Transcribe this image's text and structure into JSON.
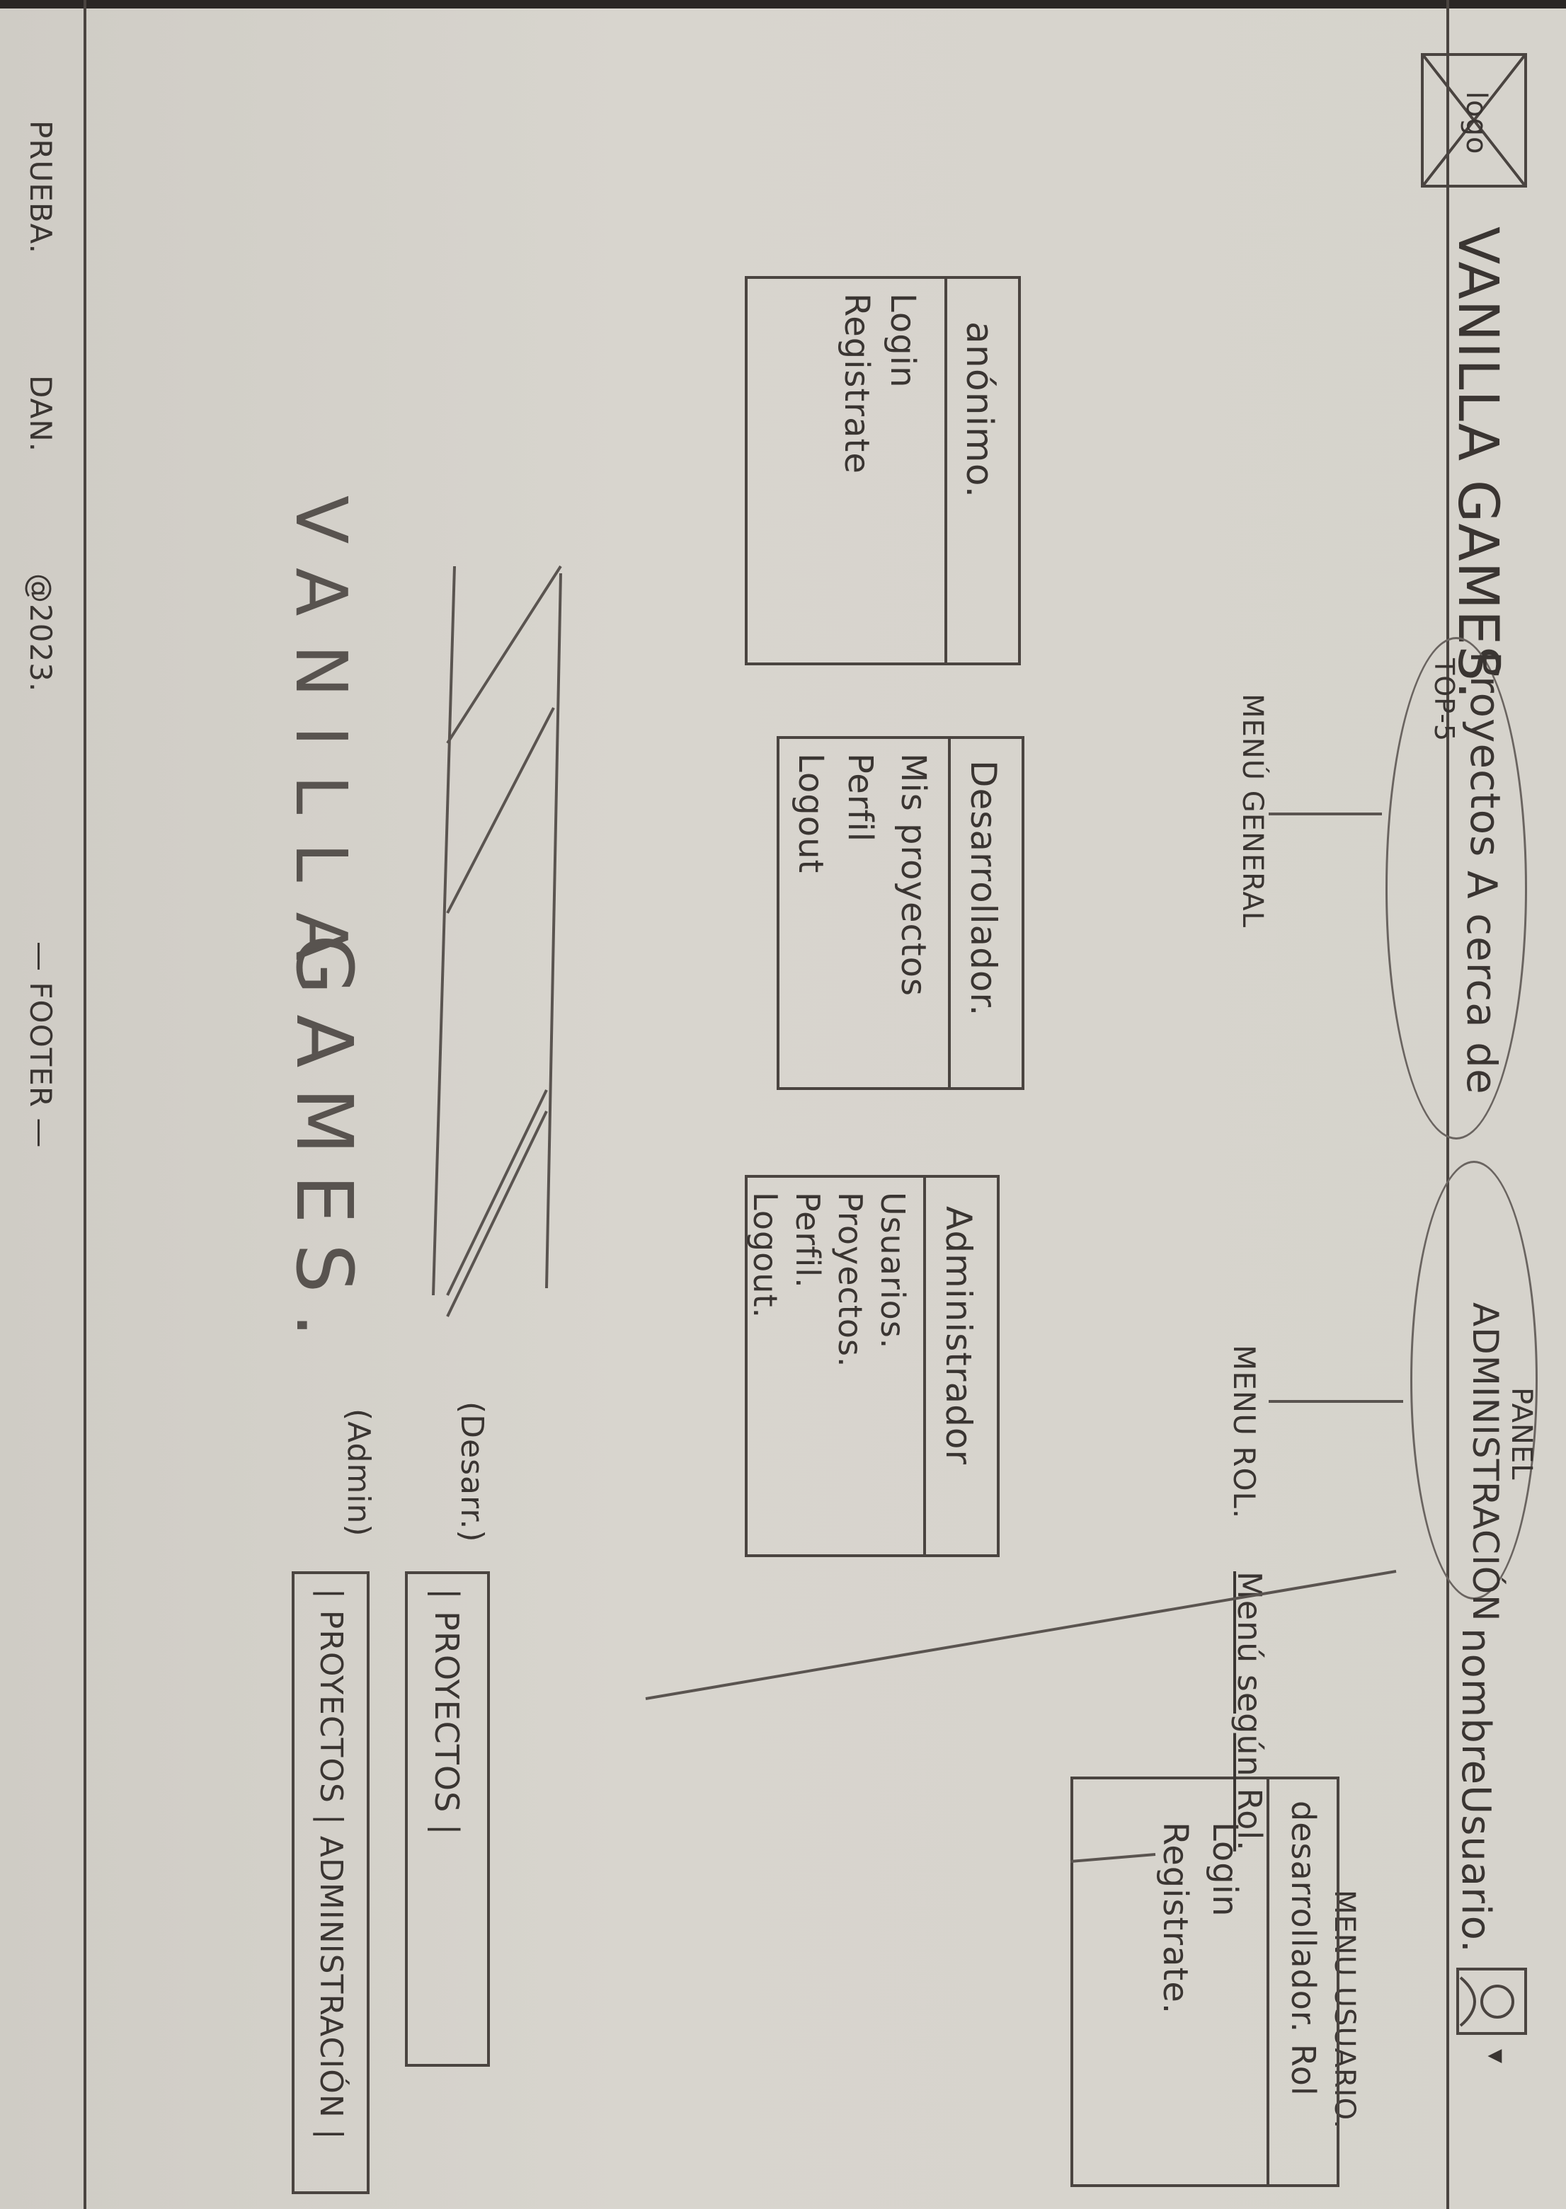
{
  "header": {
    "logo_text": "logo",
    "brand": "VANILLA GAMES.",
    "nav_projects": "Proyectos",
    "nav_projects_sub": "TOP-5",
    "nav_about": "A cerca de",
    "nav_admin": "ADMINISTRACIÓN",
    "nav_admin_sup": "PANEL",
    "username": "nombreUsuario."
  },
  "annotations": {
    "menu_general": "MENÚ GENERAL",
    "menu_rol": "MENU ROL.",
    "menu_usuario": "MENU USUARIO.",
    "menu_segun_rol": "Menú según Rol.",
    "footer_label": "— FOOTER —"
  },
  "role_menus": [
    {
      "title": "anónimo.",
      "items": [
        "Login",
        "Registrate"
      ]
    },
    {
      "title": "Desarrollador.",
      "items": [
        "Mis proyectos",
        "Perfil",
        "Logout"
      ]
    },
    {
      "title": "Administrador",
      "items": [
        "Usuarios.",
        "Proyectos.",
        "Perfil.",
        "Logout."
      ]
    }
  ],
  "user_menu": {
    "title": "desarrollador. Rol",
    "items": [
      "Login",
      "Registrate."
    ]
  },
  "rol_examples": [
    {
      "label": "(Desarr.)",
      "value": "| PROYECTOS |"
    },
    {
      "label": "(Admin)",
      "value": "| PROYECTOS | ADMINISTRACIÓN |"
    }
  ],
  "hero": {
    "line1": "VANILLA",
    "line2": "GAMES."
  },
  "footer": {
    "left": "PRUEBA.",
    "author": "DAN.",
    "copyright": "@2023."
  }
}
